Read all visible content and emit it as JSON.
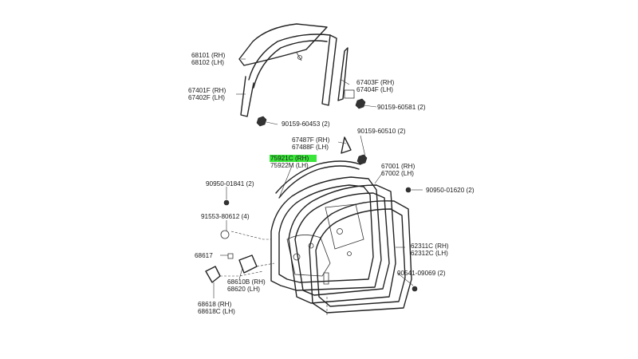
{
  "labels": {
    "glass": [
      "68101 (RH)",
      "68102 (LH)"
    ],
    "front_run": [
      "67401F (RH)",
      "67402F (LH)"
    ],
    "rear_run": [
      "67403F (RH)",
      "67404F (LH)"
    ],
    "bolt_60581": "90159-60581 (2)",
    "bolt_60453": "90159-60453 (2)",
    "bolt_60510": "90159-60510 (2)",
    "corner_piece": [
      "67487F (RH)",
      "67488F (LH)"
    ],
    "weatherstrip_upper": [
      "75921C (RH)",
      "75922M (LH)"
    ],
    "door_weatherstrip": [
      "67001 (RH)",
      "67002 (LH)"
    ],
    "clip_01841": "90950-01841 (2)",
    "clip_01620": "90950-01620 (2)",
    "nut_80612": "91553-80612 (4)",
    "part_68617": "68617",
    "hinge": [
      "68610B (RH)",
      "68620   (LH)"
    ],
    "hinge_lower": [
      "68618   (RH)",
      "68618C (LH)"
    ],
    "opening_trim": [
      "62311C (RH)",
      "62312C (LH)"
    ],
    "clip_09069": "90541-09069 (2)"
  },
  "highlight_color": "#39e639"
}
